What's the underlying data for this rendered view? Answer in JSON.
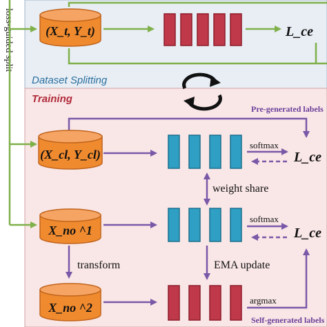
{
  "side_label": "loss-guided split",
  "sections": {
    "splitting_title": "Dataset Splitting",
    "training_title": "Training"
  },
  "datasets": {
    "top": "(X_t, Y_t)",
    "clean": "(X_cl, Y_cl)",
    "noisy_1": "X_no ^1",
    "noisy_2": "X_no ^2"
  },
  "losses": {
    "top": "L_ce",
    "clean": "L_ce",
    "noisy": "L_ce"
  },
  "labels": {
    "softmax_1": "softmax",
    "softmax_2": "softmax",
    "argmax": "argmax",
    "weight_share": "weight share",
    "ema_update": "EMA update",
    "transform": "transform",
    "pre_generated": "Pre-generated labels",
    "self_generated": "Self-generated labels"
  },
  "colors": {
    "splitting_bg": "#e8eef4",
    "training_bg": "#f9e6e6",
    "green_arrow": "#7fb04a",
    "purple_arrow": "#7a58a8",
    "red_block": "#c0394a",
    "blue_block": "#2f9fc4",
    "cylinder": "#f08a2e"
  }
}
